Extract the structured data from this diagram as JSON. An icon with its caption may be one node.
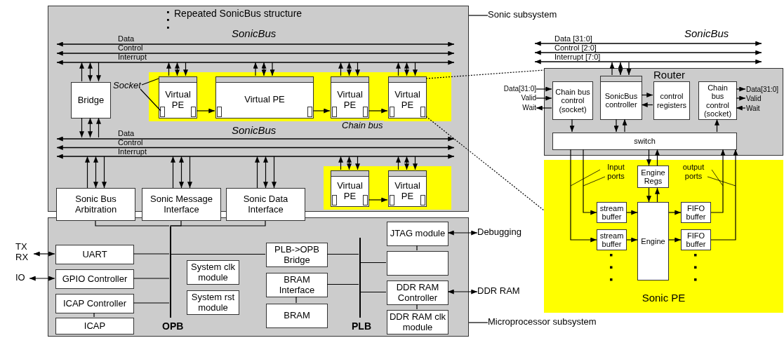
{
  "diagram": {
    "nodes": [
      {
        "text": [],
        "shape": "box"
      },
      {
        "text": [
          "Sonic subsystem"
        ]
      },
      {
        "text": [],
        "shape": "bar",
        "in": 0
      },
      {
        "text": [
          "Bridge"
        ],
        "in": 0
      },
      {
        "text": [],
        "shape": "box",
        "in": 0
      },
      {
        "text": [
          "Virtual PE"
        ],
        "in": 4
      },
      {
        "text": [
          "Virtual PE"
        ],
        "in": 4
      },
      {
        "text": [
          "Virtual PE"
        ],
        "in": 4
      },
      {
        "text": [
          "Virtual PE"
        ],
        "in": 4
      },
      {
        "text": [
          "Socket"
        ],
        "in": 0
      },
      {
        "text": [],
        "shape": "bar",
        "in": 0
      },
      {
        "text": [],
        "shape": "box",
        "in": 0
      },
      {
        "text": [
          "Virtual PE"
        ],
        "in": 11
      },
      {
        "text": [
          "Virtual PE"
        ],
        "in": 11
      },
      {
        "text": [
          "Sonic Bus Arbitration"
        ]
      },
      {
        "text": [
          "Sonic Message Interface"
        ]
      },
      {
        "text": [
          "Sonic Data Interface"
        ]
      },
      {
        "text": [],
        "shape": "box"
      },
      {
        "text": [
          "Microprocessor subsystem"
        ]
      },
      {
        "text": [
          "TX",
          "RX"
        ]
      },
      {
        "text": [
          "IO"
        ]
      },
      {
        "text": [
          "UART"
        ],
        "in": 17
      },
      {
        "text": [
          "GPIO Controller"
        ],
        "in": 17
      },
      {
        "text": [
          "ICAP Controller"
        ],
        "in": 17
      },
      {
        "text": [
          "ICAP"
        ],
        "in": 17
      },
      {
        "text": [],
        "shape": "bar",
        "in": 17
      },
      {
        "text": [
          "System clk module"
        ],
        "in": 17
      },
      {
        "text": [
          "System rst module"
        ],
        "in": 17
      },
      {
        "text": [
          "PLB->OPB Bridge"
        ],
        "in": 17
      },
      {
        "text": [
          "BRAM Interface"
        ],
        "in": 17
      },
      {
        "text": [
          "BRAM"
        ],
        "in": 17
      },
      {
        "text": [],
        "shape": "bar",
        "in": 17
      },
      {
        "text": [
          "JTAG module"
        ],
        "in": 17
      },
      {
        "text": [],
        "shape": "box",
        "in": 17
      },
      {
        "text": [
          "DDR RAM Controller"
        ],
        "in": 17
      },
      {
        "text": [
          "DDR RAM clk module"
        ],
        "in": 17
      },
      {
        "text": [
          "Debugging"
        ]
      },
      {
        "text": [
          "DDR RAM"
        ]
      },
      {
        "text": [],
        "shape": "bar"
      },
      {
        "text": [
          "Router"
        ]
      },
      {
        "text": [
          "Data[31:0]"
        ]
      },
      {
        "text": [
          "Valid"
        ]
      },
      {
        "text": [
          "Wait"
        ]
      },
      {
        "text": [
          "Chain bus control (socket)"
        ],
        "in": 39
      },
      {
        "text": [
          "SonicBus controller"
        ],
        "in": 39
      },
      {
        "text": [
          "control registers"
        ],
        "in": 39
      },
      {
        "text": [
          "Chain bus control (socket)"
        ],
        "in": 39
      },
      {
        "text": [
          "Data[31:0]"
        ],
        "in": 39
      },
      {
        "text": [
          "Valid"
        ],
        "in": 39
      },
      {
        "text": [
          "Wait"
        ],
        "in": 39
      },
      {
        "text": [
          "switch"
        ],
        "in": 39
      },
      {
        "text": [
          "Sonic PE"
        ]
      },
      {
        "text": [
          "Input ports"
        ],
        "in": 51
      },
      {
        "text": [
          "Engine Regs"
        ],
        "in": 51
      },
      {
        "text": [
          "output ports"
        ],
        "in": 51
      },
      {
        "text": [
          "stream buffer"
        ],
        "in": 51
      },
      {
        "text": [
          "Engine"
        ],
        "in": 51
      },
      {
        "text": [
          "FIFO buffer"
        ],
        "in": 51
      },
      {
        "text": [
          "stream buffer"
        ],
        "in": 51
      },
      {
        "text": [
          "FIFO buffer"
        ],
        "in": 51
      }
    ],
    "edges": [
      {
        "from": 1,
        "to": 0,
        "arrow": "none"
      },
      {
        "from": 18,
        "to": 17,
        "arrow": "none"
      },
      {
        "from": 3,
        "to": 2,
        "arrow": "to"
      },
      {
        "from": 3,
        "to": 2,
        "arrow": "both"
      },
      {
        "from": 2,
        "to": 3,
        "arrow": "to"
      },
      {
        "from": 5,
        "to": 2,
        "arrow": "to"
      },
      {
        "from": 5,
        "to": 2,
        "arrow": "both"
      },
      {
        "from": 2,
        "to": 5,
        "arrow": "to"
      },
      {
        "from": 6,
        "to": 2,
        "arrow": "to"
      },
      {
        "from": 6,
        "to": 2,
        "arrow": "both"
      },
      {
        "from": 2,
        "to": 6,
        "arrow": "to"
      },
      {
        "from": 7,
        "to": 2,
        "arrow": "to"
      },
      {
        "from": 7,
        "to": 2,
        "arrow": "both"
      },
      {
        "from": 2,
        "to": 7,
        "arrow": "to"
      },
      {
        "from": 8,
        "to": 2,
        "arrow": "to"
      },
      {
        "from": 8,
        "to": 2,
        "arrow": "both"
      },
      {
        "from": 2,
        "to": 8,
        "arrow": "to"
      },
      {
        "from": 9,
        "to": 5,
        "arrow": "none"
      },
      {
        "from": 9,
        "to": 5,
        "arrow": "none"
      },
      {
        "from": 5,
        "to": 6,
        "arrow": "to"
      },
      {
        "from": 6,
        "to": 7,
        "arrow": "to"
      },
      {
        "from": 7,
        "to": 8,
        "arrow": "to",
        "label": "Chain bus"
      },
      {
        "from": 12,
        "to": 13,
        "arrow": "to"
      },
      {
        "from": 3,
        "to": 10,
        "arrow": "to"
      },
      {
        "from": 3,
        "to": 10,
        "arrow": "both"
      },
      {
        "from": 10,
        "to": 3,
        "arrow": "to"
      },
      {
        "from": 14,
        "to": 10,
        "arrow": "to"
      },
      {
        "from": 14,
        "to": 10,
        "arrow": "both"
      },
      {
        "from": 10,
        "to": 14,
        "arrow": "to"
      },
      {
        "from": 15,
        "to": 10,
        "arrow": "to"
      },
      {
        "from": 15,
        "to": 10,
        "arrow": "both"
      },
      {
        "from": 10,
        "to": 15,
        "arrow": "to"
      },
      {
        "from": 16,
        "to": 10,
        "arrow": "to"
      },
      {
        "from": 16,
        "to": 10,
        "arrow": "both"
      },
      {
        "from": 10,
        "to": 16,
        "arrow": "to"
      },
      {
        "from": 12,
        "to": 10,
        "arrow": "to"
      },
      {
        "from": 12,
        "to": 10,
        "arrow": "both"
      },
      {
        "from": 10,
        "to": 12,
        "arrow": "to"
      },
      {
        "from": 13,
        "to": 10,
        "arrow": "to"
      },
      {
        "from": 13,
        "to": 10,
        "arrow": "both"
      },
      {
        "from": 10,
        "to": 13,
        "arrow": "to"
      },
      {
        "from": 14,
        "to": 25,
        "arrow": "none"
      },
      {
        "from": 15,
        "to": 25,
        "arrow": "none"
      },
      {
        "from": 16,
        "to": 25,
        "arrow": "none"
      },
      {
        "from": 19,
        "to": 21,
        "arrow": "both"
      },
      {
        "from": 20,
        "to": 22,
        "arrow": "both"
      },
      {
        "from": 21,
        "to": 25,
        "arrow": "none"
      },
      {
        "from": 22,
        "to": 25,
        "arrow": "none"
      },
      {
        "from": 23,
        "to": 25,
        "arrow": "none"
      },
      {
        "from": 23,
        "to": 24,
        "arrow": "none"
      },
      {
        "from": 28,
        "to": 25,
        "arrow": "none"
      },
      {
        "from": 28,
        "to": 31,
        "arrow": "none"
      },
      {
        "from": 29,
        "to": 31,
        "arrow": "none"
      },
      {
        "from": 29,
        "to": 30,
        "arrow": "none"
      },
      {
        "from": 33,
        "to": 31,
        "arrow": "none"
      },
      {
        "from": 32,
        "to": 33,
        "arrow": "none"
      },
      {
        "from": 34,
        "to": 31,
        "arrow": "none"
      },
      {
        "from": 34,
        "to": 35,
        "arrow": "none"
      },
      {
        "from": 32,
        "to": 36,
        "arrow": "both"
      },
      {
        "from": 34,
        "to": 37,
        "arrow": "both"
      },
      {
        "from": 8,
        "to": 39,
        "arrow": "none",
        "style": "dashed"
      },
      {
        "from": 8,
        "to": 51,
        "arrow": "none",
        "style": "dashed"
      },
      {
        "from": 44,
        "to": 38,
        "arrow": "to"
      },
      {
        "from": 44,
        "to": 38,
        "arrow": "both"
      },
      {
        "from": 38,
        "to": 44,
        "arrow": "to"
      },
      {
        "from": 40,
        "to": 43,
        "arrow": "to"
      },
      {
        "from": 41,
        "to": 43,
        "arrow": "to"
      },
      {
        "from": 43,
        "to": 42,
        "arrow": "to"
      },
      {
        "from": 46,
        "to": 47,
        "arrow": "to"
      },
      {
        "from": 46,
        "to": 48,
        "arrow": "to"
      },
      {
        "from": 49,
        "to": 46,
        "arrow": "to"
      },
      {
        "from": 43,
        "to": 50,
        "arrow": "to"
      },
      {
        "from": 44,
        "to": 50,
        "arrow": "to"
      },
      {
        "from": 50,
        "to": 44,
        "arrow": "to"
      },
      {
        "from": 44,
        "to": 45,
        "arrow": "to"
      },
      {
        "from": 45,
        "to": 44,
        "arrow": "to"
      },
      {
        "from": 50,
        "to": 46,
        "arrow": "to"
      },
      {
        "from": 50,
        "to": 55,
        "arrow": "to"
      },
      {
        "from": 50,
        "to": 58,
        "arrow": "to"
      },
      {
        "from": 50,
        "to": 53,
        "arrow": "to"
      },
      {
        "from": 53,
        "to": 50,
        "arrow": "to"
      },
      {
        "from": 57,
        "to": 50,
        "arrow": "to"
      },
      {
        "from": 59,
        "to": 50,
        "arrow": "to"
      },
      {
        "from": 53,
        "to": 56,
        "arrow": "to"
      },
      {
        "from": 56,
        "to": 53,
        "arrow": "to"
      },
      {
        "from": 55,
        "to": 56,
        "arrow": "to"
      },
      {
        "from": 58,
        "to": 56,
        "arrow": "to"
      },
      {
        "from": 56,
        "to": 57,
        "arrow": "to"
      },
      {
        "from": 56,
        "to": 59,
        "arrow": "to"
      },
      {
        "from": 52,
        "to": null,
        "arrow": "none"
      },
      {
        "from": 52,
        "to": null,
        "arrow": "none"
      },
      {
        "from": 54,
        "to": null,
        "arrow": "none"
      },
      {
        "from": 54,
        "to": null,
        "arrow": "none"
      }
    ],
    "labels": [
      "Repeated SonicBus structure",
      "SonicBus",
      "Data",
      "Control",
      "Interrupt",
      "SonicBus",
      "Data",
      "Control",
      "Interrupt",
      "OPB",
      "PLB",
      "SonicBus",
      "Data [31:0]",
      "Control [2:0]",
      "Interrupt [7:0]"
    ]
  }
}
